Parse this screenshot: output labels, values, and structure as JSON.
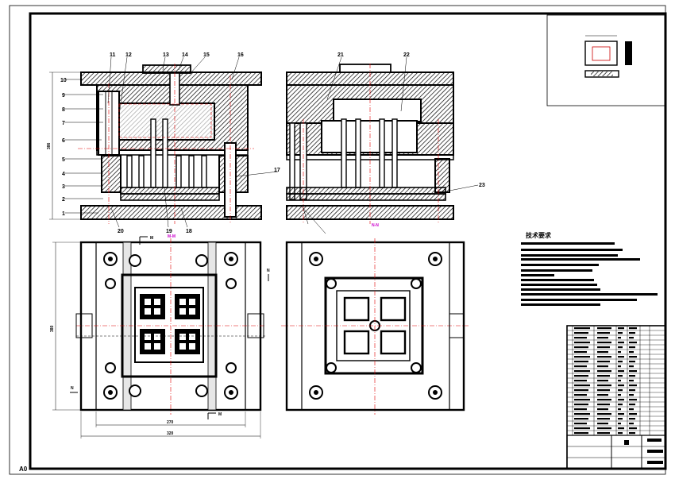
{
  "sheet": {
    "size_label": "A0"
  },
  "front_view": {
    "part_numbers": [
      "1",
      "2",
      "3",
      "4",
      "5",
      "6",
      "7",
      "8",
      "9",
      "10",
      "11",
      "12",
      "13",
      "14",
      "15",
      "16",
      "17",
      "18",
      "19",
      "20"
    ],
    "height_dim": "386",
    "section_label": "M-M"
  },
  "side_view": {
    "part_numbers": [
      "21",
      "22",
      "23"
    ],
    "section_label": "N-N"
  },
  "plan_view": {
    "width_inner": "270",
    "width_outer": "320",
    "height_dim": "380",
    "cut_labels": [
      "M",
      "M",
      "N",
      "N"
    ]
  },
  "notes": {
    "title": "技术要求"
  },
  "colors": {
    "line": "#000000",
    "center": "#e00000",
    "magenta": "#cc00cc",
    "hatch": "#000000"
  }
}
